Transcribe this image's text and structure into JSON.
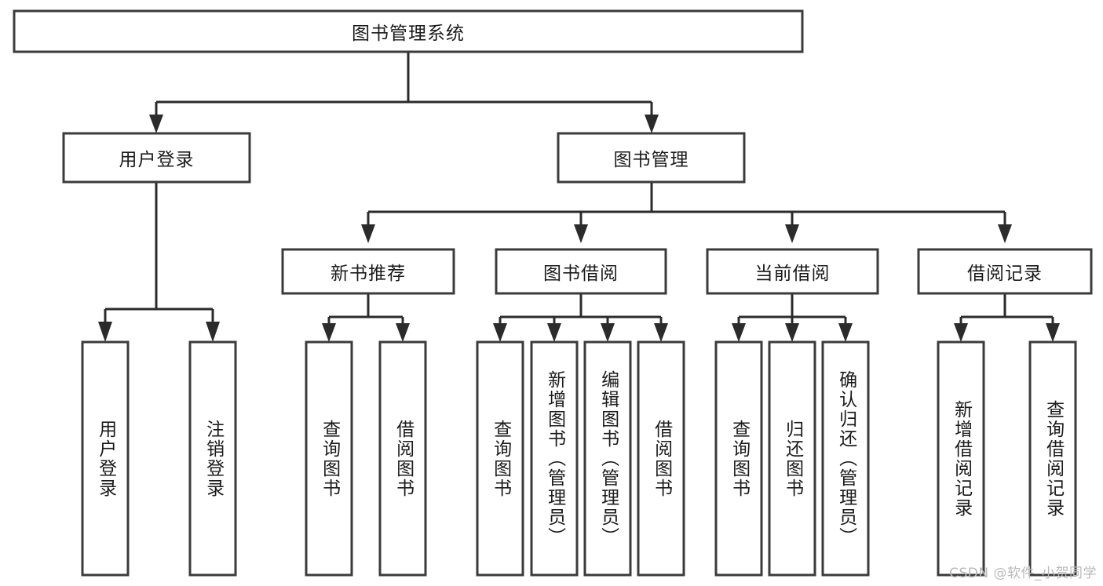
{
  "diagram": {
    "type": "tree-hierarchy-chart",
    "title": "图书管理系统",
    "watermark": "CSDN @软件_小贺同学",
    "colors": {
      "box_stroke": "#3b3b3b",
      "connector": "#2b2b2b",
      "background": "#ffffff",
      "text": "#1b1b1b",
      "watermark": "#b9b9b9"
    },
    "levels": {
      "root": {
        "label": "图书管理系统"
      },
      "level2": [
        {
          "label": "用户登录"
        },
        {
          "label": "图书管理"
        }
      ],
      "level3": [
        {
          "label": "新书推荐"
        },
        {
          "label": "图书借阅"
        },
        {
          "label": "当前借阅"
        },
        {
          "label": "借阅记录"
        }
      ],
      "leaves": [
        {
          "label": "用户登录",
          "parent": "用户登录"
        },
        {
          "label": "注销登录",
          "parent": "用户登录"
        },
        {
          "label": "查询图书",
          "parent": "新书推荐"
        },
        {
          "label": "借阅图书",
          "parent": "新书推荐"
        },
        {
          "label": "查询图书",
          "parent": "图书借阅"
        },
        {
          "label": "新增图书（管理员）",
          "parent": "图书借阅"
        },
        {
          "label": "编辑图书（管理员）",
          "parent": "图书借阅"
        },
        {
          "label": "借阅图书",
          "parent": "图书借阅"
        },
        {
          "label": "查询图书",
          "parent": "当前借阅"
        },
        {
          "label": "归还图书",
          "parent": "当前借阅"
        },
        {
          "label": "确认归还（管理员）",
          "parent": "当前借阅"
        },
        {
          "label": "新增借阅记录",
          "parent": "借阅记录"
        },
        {
          "label": "查询借阅记录",
          "parent": "借阅记录"
        }
      ]
    }
  }
}
